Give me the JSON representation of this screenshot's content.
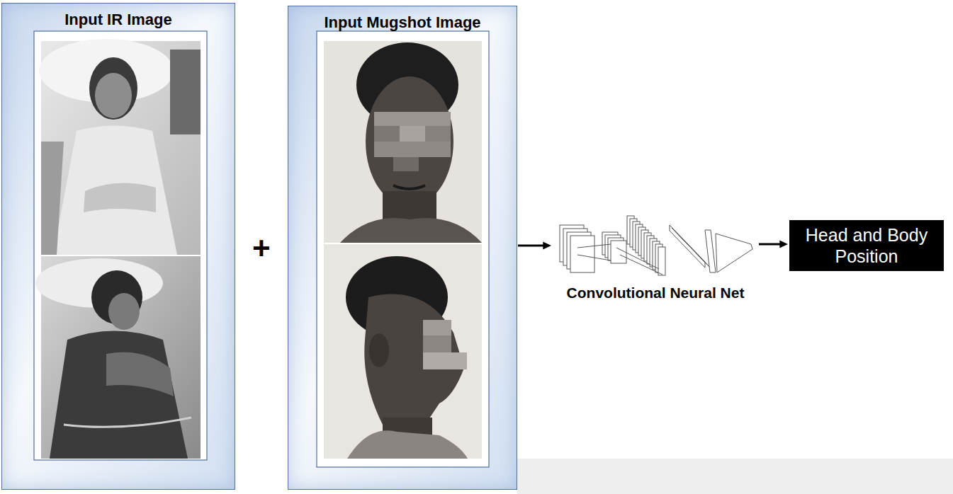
{
  "diagram": {
    "nodes": [
      {
        "text": [
          "Input IR Image"
        ]
      },
      {
        "text": [
          "Input Mugshot Image"
        ]
      },
      {
        "text": [
          "Convolutional Neural Net"
        ]
      },
      {
        "text": [
          "Head and Body Position"
        ]
      }
    ],
    "edges": [
      {
        "from": 1,
        "to": 2,
        "arrow": "to"
      },
      {
        "from": 2,
        "to": 3,
        "arrow": "to"
      }
    ],
    "labels": [
      "+"
    ]
  }
}
